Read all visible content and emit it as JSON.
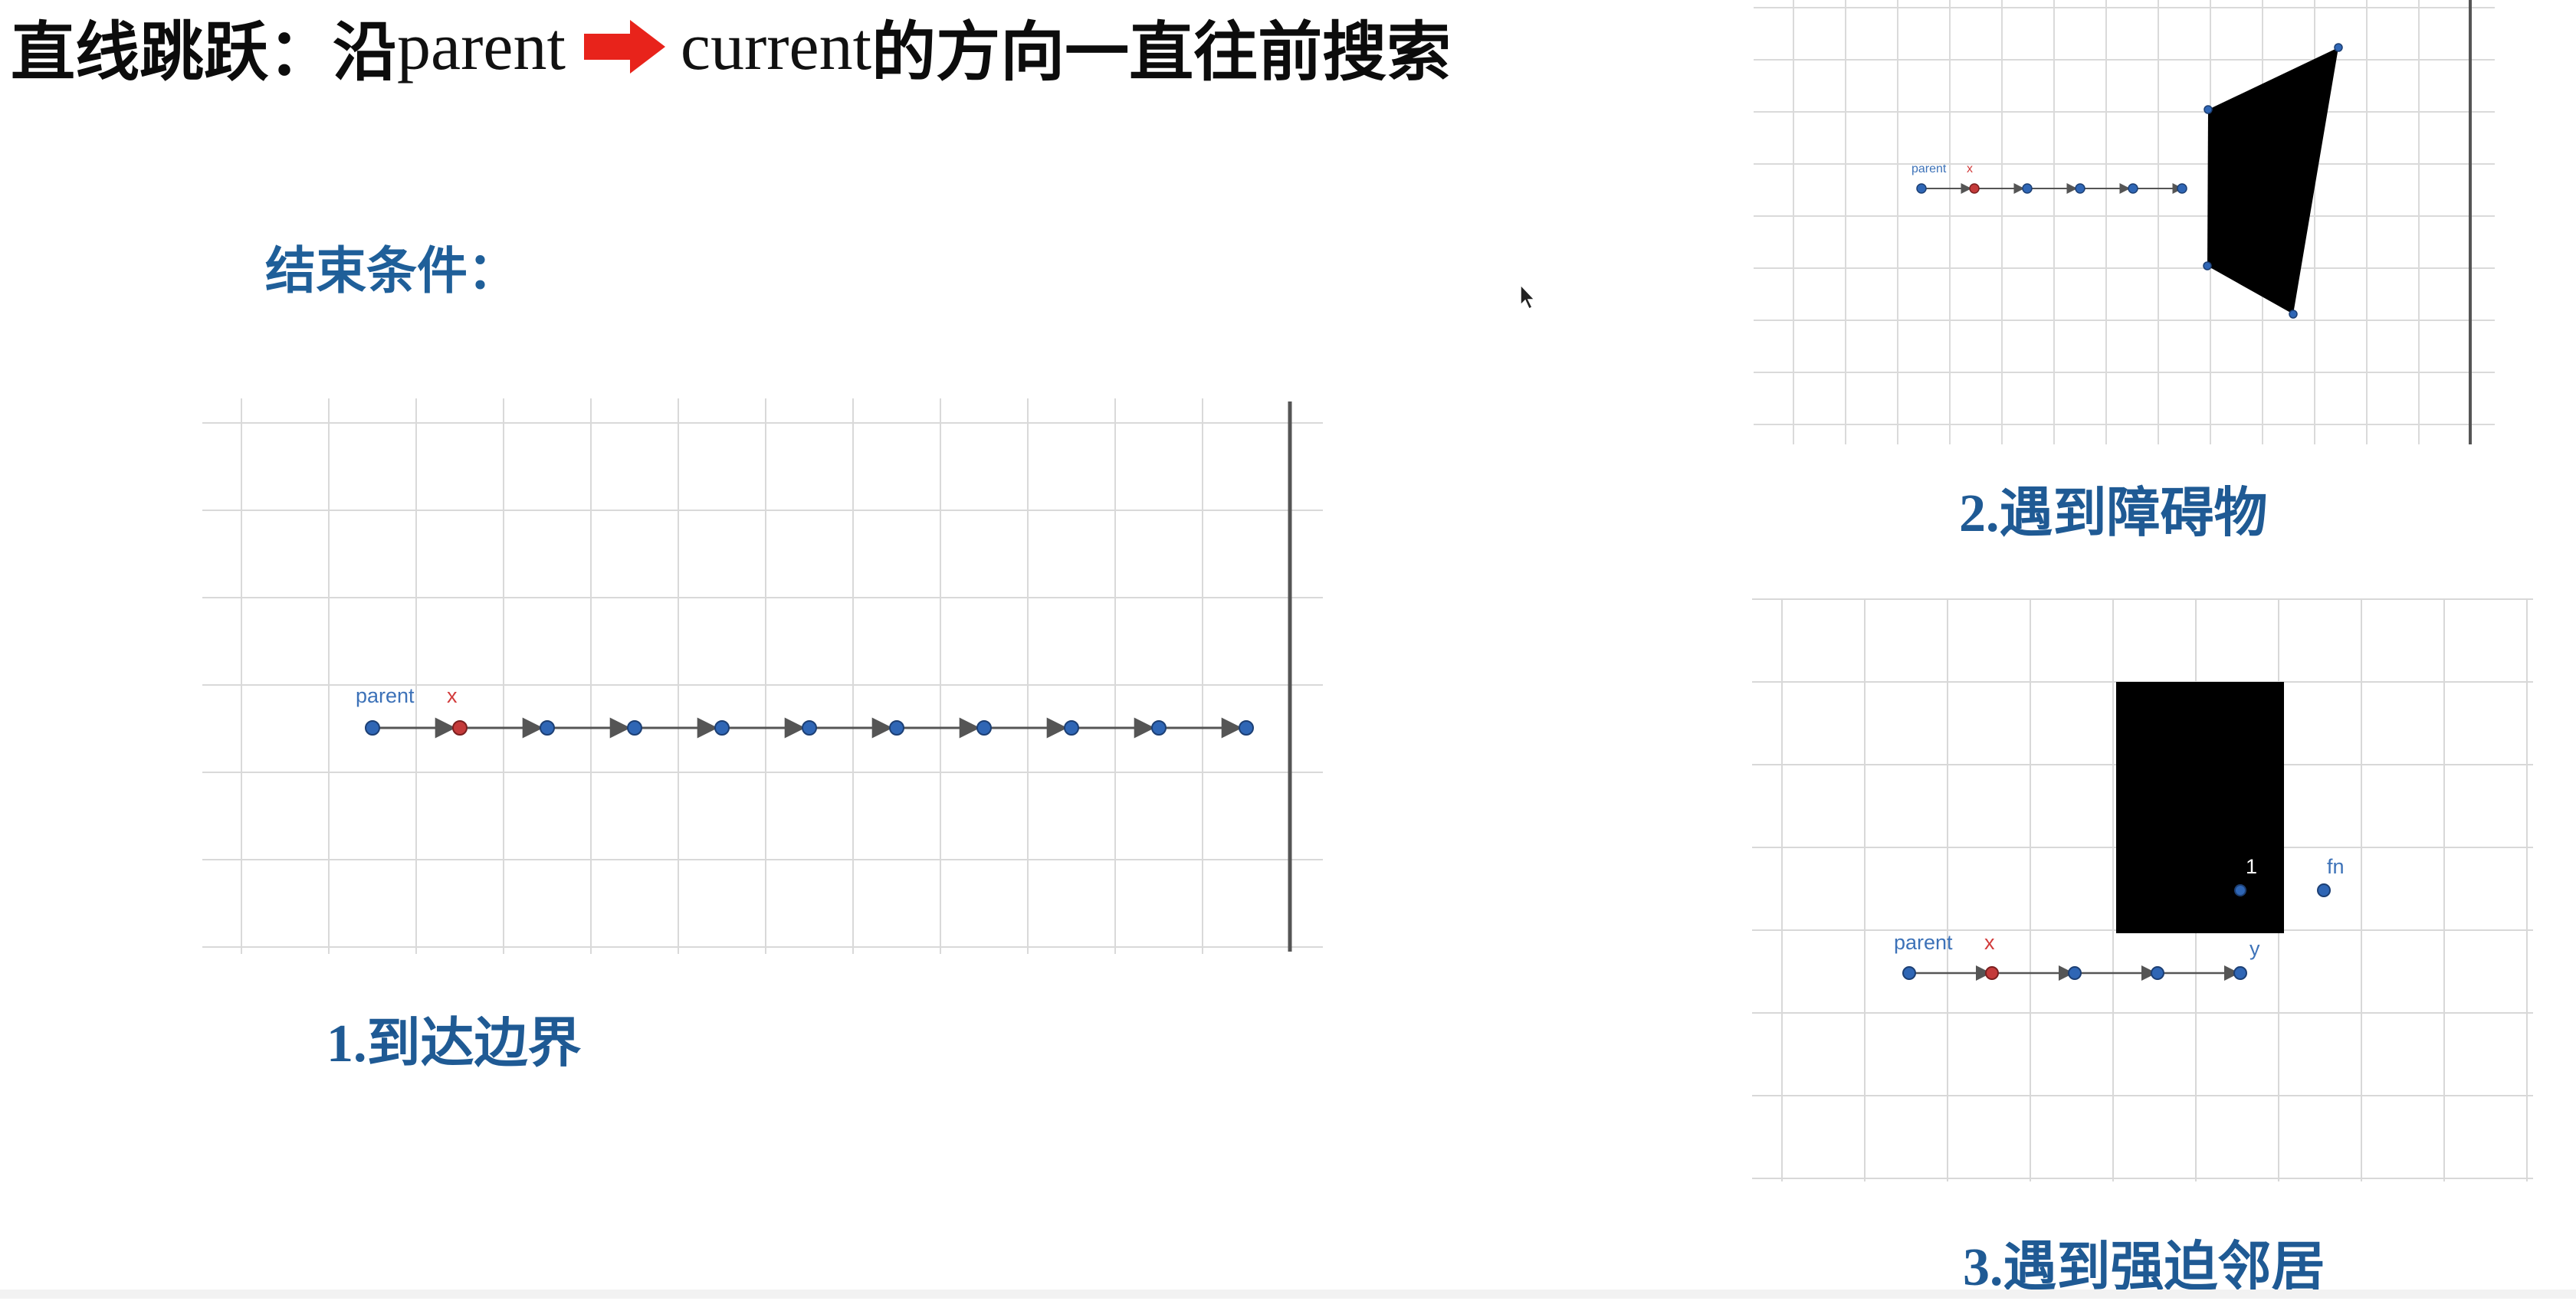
{
  "title": {
    "prefix": "直线跳跃：沿",
    "word_from": "parent",
    "word_to": "current",
    "suffix": "的方向一直往前搜索",
    "arrow_icon": "red-right-arrow",
    "arrow_color": "#e8231b"
  },
  "end_conditions_label": "结束条件：",
  "diagram1": {
    "caption": "1.到达边界",
    "labels": {
      "parent": "parent",
      "x": "x"
    }
  },
  "diagram2": {
    "caption": "2.遇到障碍物",
    "labels": {
      "parent": "parent",
      "x": "x"
    }
  },
  "diagram3": {
    "caption": "3.遇到强迫邻居",
    "labels": {
      "parent": "parent",
      "x": "x",
      "y": "y",
      "one": "1",
      "fn": "fn"
    }
  },
  "colors": {
    "node_blue": "#2f66b5",
    "node_red": "#c43a3a",
    "label_blue": "#3d72b8",
    "label_red": "#d23b3b",
    "caption_blue": "#1f5a94",
    "grid": "#d6d6d6",
    "obstacle": "#000000"
  }
}
